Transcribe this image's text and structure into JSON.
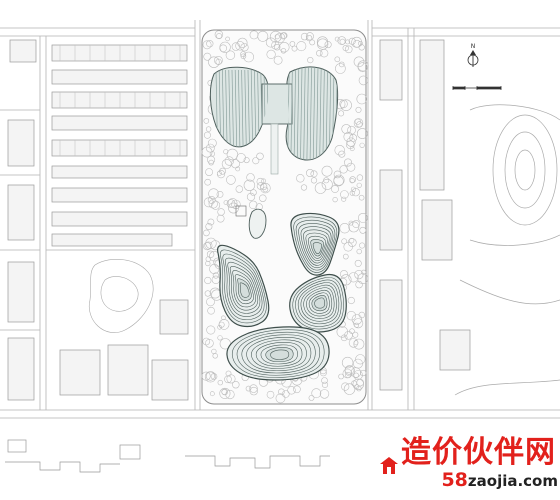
{
  "map": {
    "north_label": "N",
    "colors": {
      "background": "#ffffff",
      "line": "#b4b4b4",
      "line_dark": "#8c8c8c",
      "fill_light": "#f4f4f4",
      "building_stripe": "#8ea3a0",
      "building_fill": "#dde6e4",
      "contour": "#4e5f5c",
      "tree": "#bdbdbd"
    }
  },
  "watermark": {
    "chinese": "造价伙伴网",
    "url_number": "58",
    "url_text": "zaojia.com",
    "red": "#e2211c"
  }
}
